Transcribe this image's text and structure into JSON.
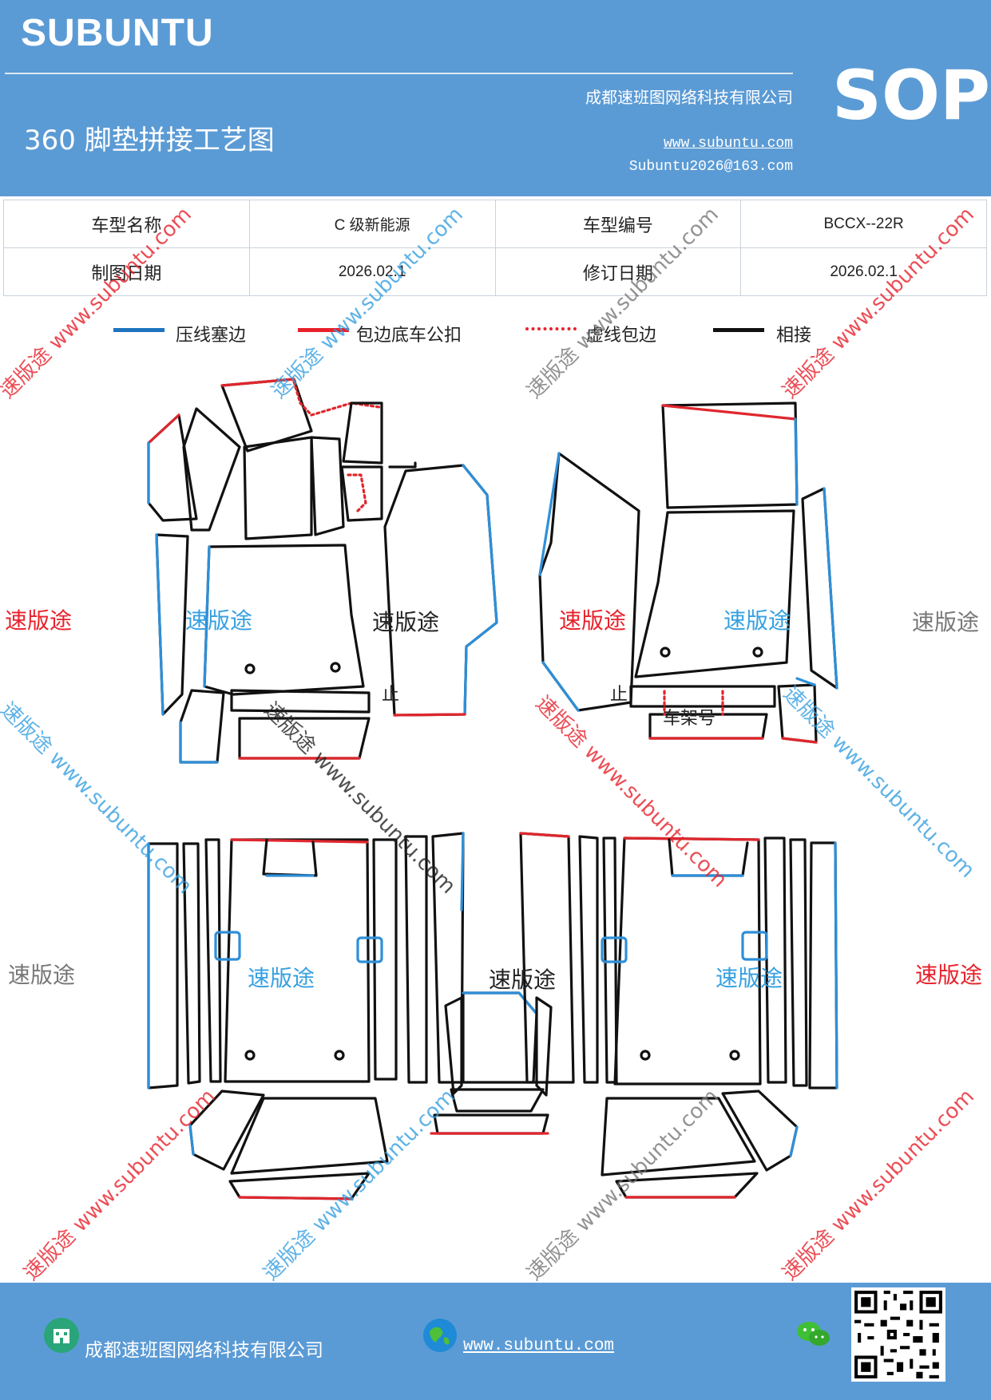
{
  "header": {
    "brand": "SUBUNTU",
    "company": "成都速班图网络科技有限公司",
    "title": "360 脚垫拼接工艺图",
    "website": "www.subuntu.com",
    "email": "Subuntu2026@163.com",
    "badge": "SOP"
  },
  "info_table": {
    "model_name_label": "车型名称",
    "model_name_value": "C 级新能源",
    "model_code_label": "车型编号",
    "model_code_value": "BCCX--22R",
    "draw_date_label": "制图日期",
    "draw_date_value": "2026.02.1",
    "revise_date_label": "修订日期",
    "revise_date_value": "2026.02.1"
  },
  "legend": [
    {
      "label": "压线塞边",
      "color": "#1e73be",
      "style": "solid"
    },
    {
      "label": "包边底车公扣",
      "color": "#e8212b",
      "style": "solid"
    },
    {
      "label": "虚线包边",
      "color": "#e8212b",
      "style": "dotted"
    },
    {
      "label": "相接",
      "color": "#111111",
      "style": "solid"
    }
  ],
  "watermark": {
    "brand_cn": "速版途",
    "url": "www.subuntu.com"
  },
  "diagram_labels": {
    "stop_left": "止",
    "stop_right": "止",
    "frame_number": "车架号"
  },
  "footer": {
    "company": "成都速班图网络科技有限公司",
    "website": "www.subuntu.com",
    "qr_icon": "qr-code",
    "company_icon": "building-icon",
    "globe_icon": "globe-icon",
    "wechat_icon": "wechat-icon"
  },
  "colors": {
    "header_bg": "#5b9bd5",
    "blue_edge": "#2e8fd8",
    "red_edge": "#e0262d"
  }
}
